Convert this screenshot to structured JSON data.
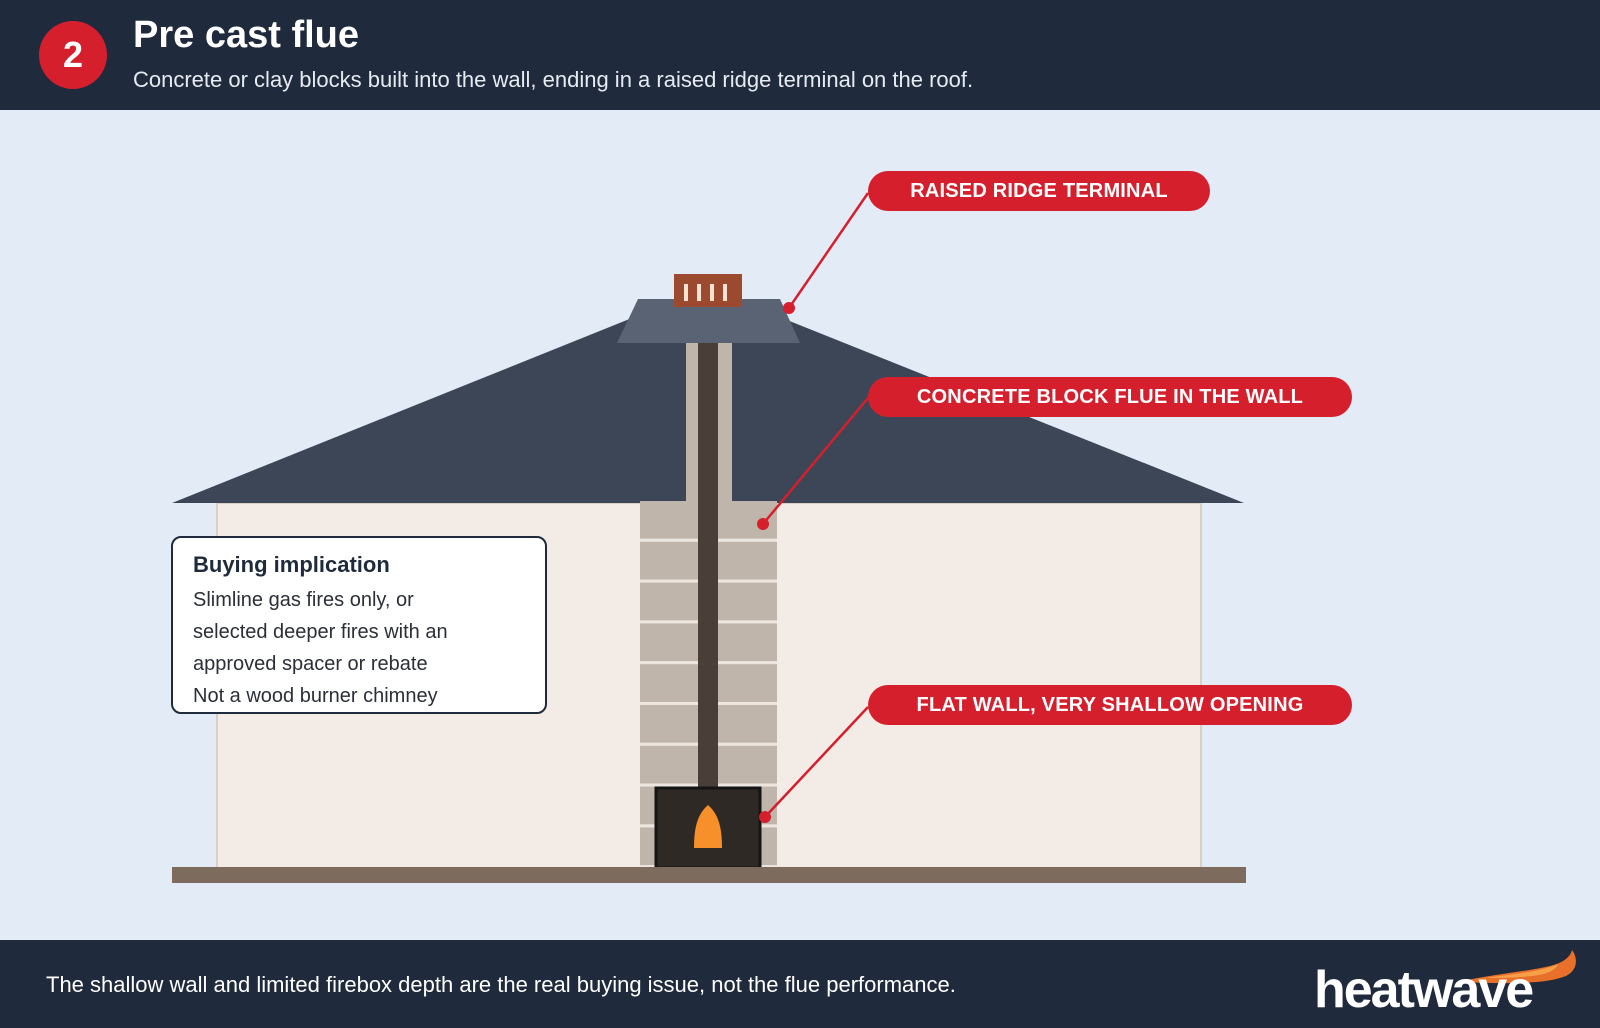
{
  "header": {
    "step_number": "2",
    "title": "Pre cast flue",
    "subtitle": "Concrete or clay blocks built into the wall, ending in a raised ridge terminal on the roof."
  },
  "callouts": {
    "ridge_terminal": "RAISED RIDGE TERMINAL",
    "block_flue": "CONCRETE BLOCK FLUE IN THE WALL",
    "flat_wall": "FLAT WALL, VERY SHALLOW OPENING"
  },
  "info_box": {
    "title": "Buying implication",
    "lines": [
      "Slimline gas fires only, or",
      "selected deeper fires with an",
      "approved spacer or rebate",
      "Not a wood burner chimney"
    ]
  },
  "footer": {
    "text": "The shallow wall and limited firebox depth are the real buying issue, not the flue performance.",
    "logo": "heatwave"
  },
  "colors": {
    "header_bg": "#1f2a3c",
    "accent_red": "#d51f2d",
    "roof": "#3d4657",
    "wall": "#f3ece6",
    "flue_block": "#c0b5ab",
    "terminal": "#9c4a2f",
    "flame": "#f7902b",
    "logo_flame": "#e8702a"
  },
  "icons": {
    "logo_flame": "flame-swoosh-icon",
    "fire_flame": "flame-icon"
  }
}
